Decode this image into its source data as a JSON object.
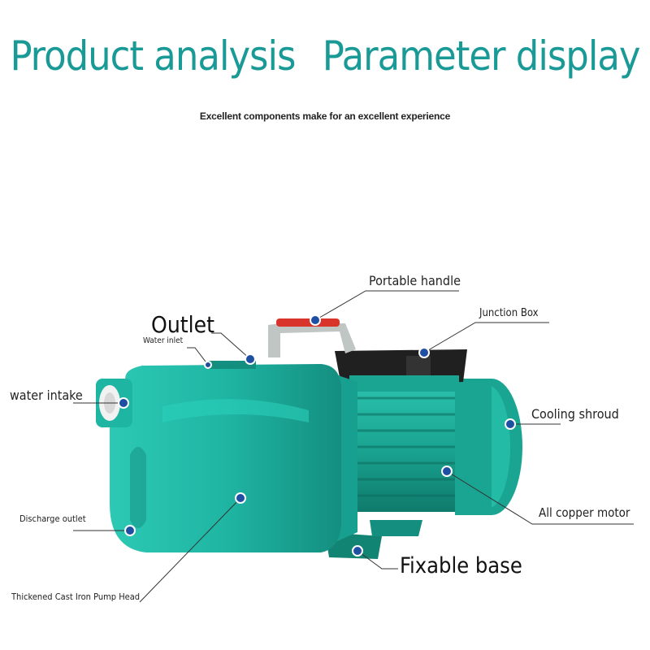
{
  "header": {
    "title_left": "Product analysis",
    "title_right": "Parameter display",
    "subtitle": "Excellent components make for an excellent experience"
  },
  "labels": {
    "portable_handle": "Portable handle",
    "junction_box": "Junction Box",
    "outlet": "Outlet",
    "water_inlet": "Water inlet",
    "water_intake": "water intake",
    "cooling_shroud": "Cooling shroud",
    "discharge_outlet": "Discharge outlet",
    "all_copper_motor": "All copper motor",
    "fixable_base": "Fixable base",
    "pump_head": "Thickened Cast Iron Pump Head"
  },
  "colors": {
    "title": "#1a9a96",
    "pump_body": "#1fb5a3",
    "pump_dark": "#128474",
    "handle": "#d9342b",
    "marker": "#1f4fa3"
  }
}
